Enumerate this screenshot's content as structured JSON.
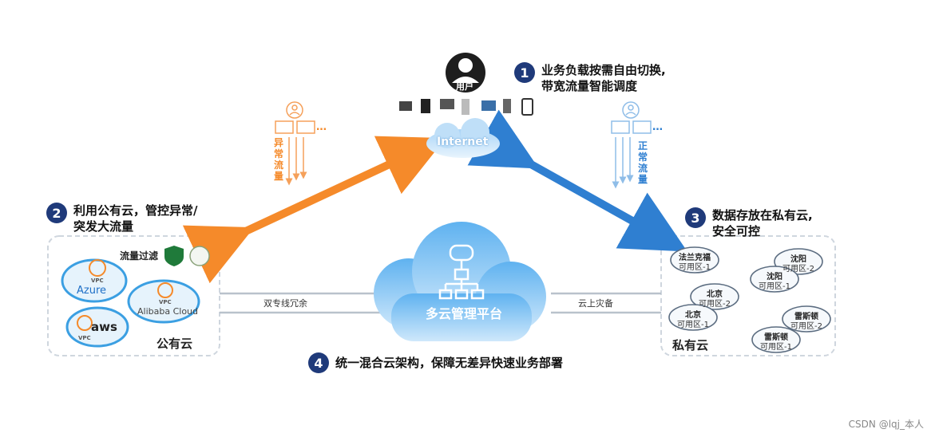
{
  "user": {
    "label": "用户"
  },
  "internet": {
    "label": "Internet"
  },
  "steps": [
    {
      "num": "1",
      "line1": "业务负载按需自由切换,",
      "line2": "带宽流量智能调度"
    },
    {
      "num": "2",
      "line1": "利用公有云，管控异常/",
      "line2": "突发大流量"
    },
    {
      "num": "3",
      "line1": "数据存放在私有云,",
      "line2": "安全可控"
    },
    {
      "num": "4",
      "line1": "统一混合云架构，保障无差异快速业务部署"
    }
  ],
  "abnormal_traffic": {
    "label": "异常流量",
    "dots": "…"
  },
  "normal_traffic": {
    "label": "正常流量",
    "dots": "…"
  },
  "public_cloud": {
    "label": "公有云",
    "filter_label": "流量过滤",
    "providers": [
      {
        "name": "Azure",
        "vpc": "VPC"
      },
      {
        "name": "Alibaba Cloud",
        "vpc": "VPC"
      },
      {
        "name": "aws",
        "vpc": "VPC"
      }
    ]
  },
  "center": {
    "label": "多云管理平台"
  },
  "links": {
    "left": "双专线冗余",
    "right": "云上灾备"
  },
  "private_cloud": {
    "label": "私有云",
    "zones": [
      {
        "city": "法兰克福",
        "zone": "可用区-1"
      },
      {
        "city": "沈阳",
        "zone": "可用区-2"
      },
      {
        "city": "沈阳",
        "zone": "可用区-1"
      },
      {
        "city": "北京",
        "zone": "可用区-2"
      },
      {
        "city": "北京",
        "zone": "可用区-1"
      },
      {
        "city": "雷斯顿",
        "zone": "可用区-2"
      },
      {
        "city": "雷斯顿",
        "zone": "可用区-1"
      }
    ]
  },
  "watermark": "CSDN @lqj_本人",
  "colors": {
    "orange": "#f58a2a",
    "blue": "#2f7fd1",
    "badge": "#1f3a7a",
    "light_blue": "#7fb4e6"
  }
}
